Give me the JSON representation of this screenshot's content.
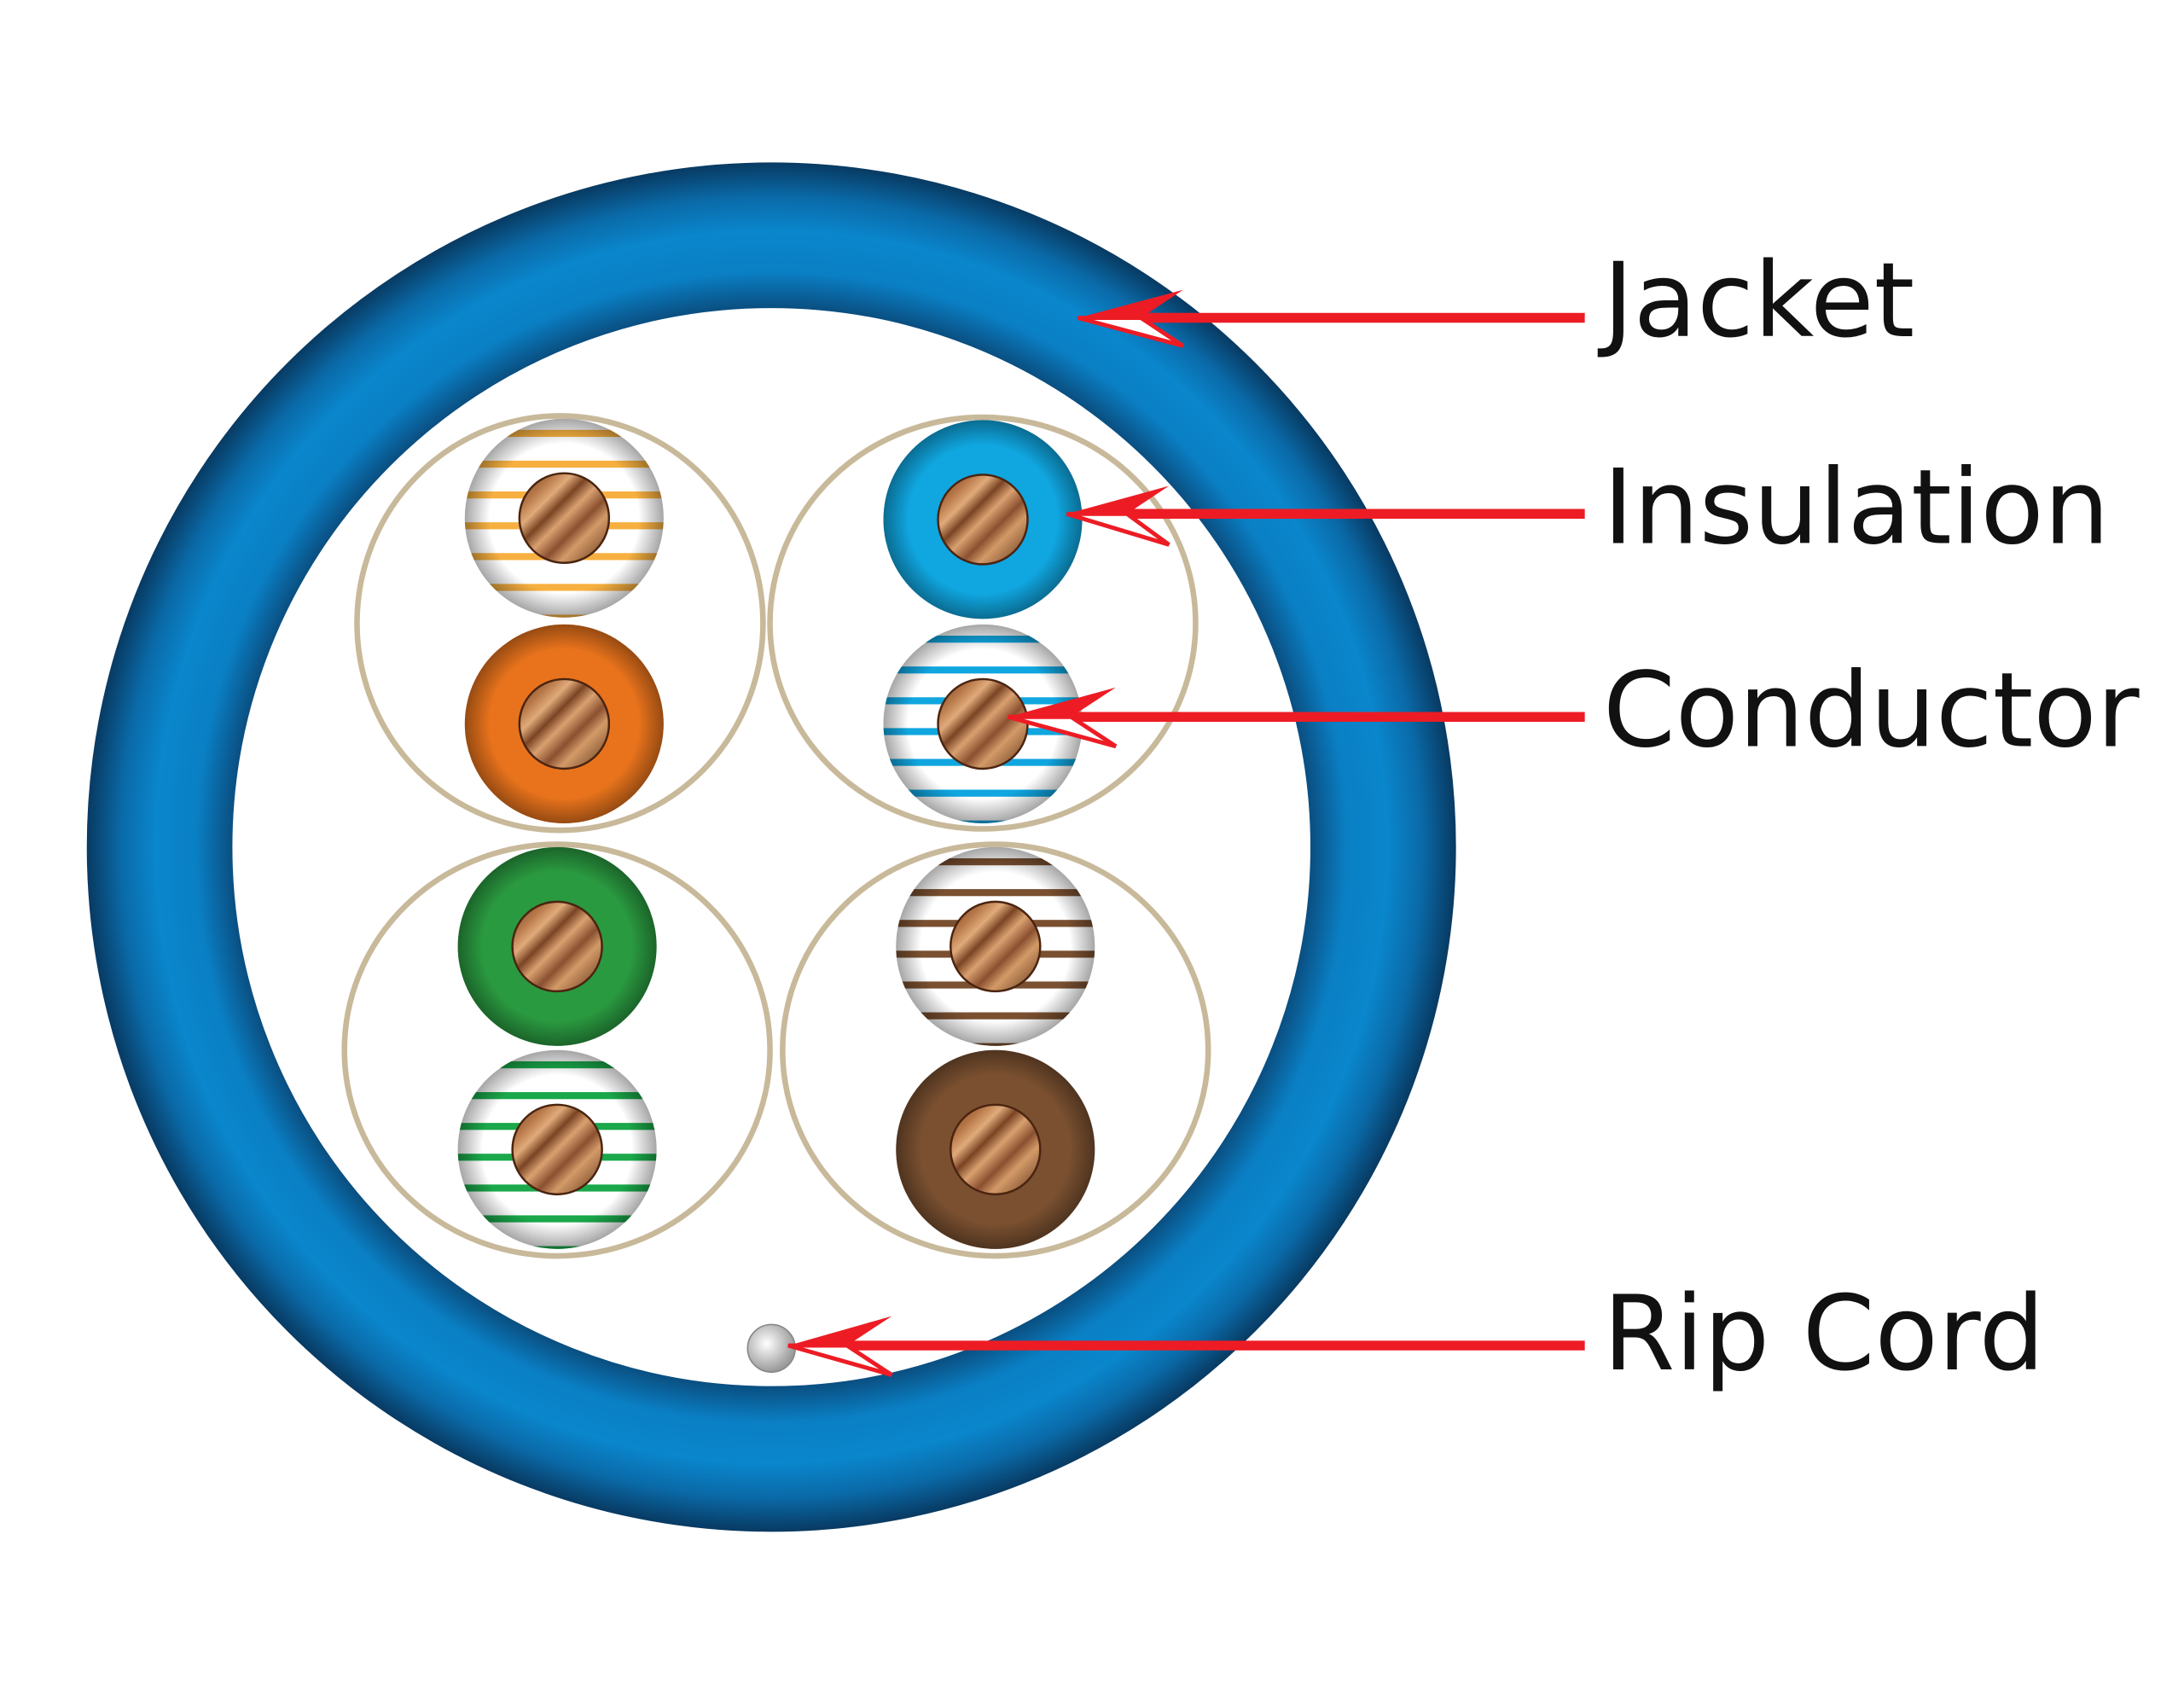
{
  "labels": {
    "jacket": "Jacket",
    "insulation": "Insulation",
    "conductor": "Conductor",
    "rip_cord": "Rip Cord"
  },
  "colors": {
    "jacket": "#0a7fc4",
    "jacket_dark": "#083c66",
    "arrow": "#ed1c24",
    "pair_outline": "#c8b99a",
    "copper_light": "#d9a070",
    "copper_dark": "#6b3a1c"
  },
  "pairs": [
    {
      "name": "orange-pair",
      "wires": [
        {
          "color": "#f7b040",
          "striped": true
        },
        {
          "color": "#e8731c",
          "striped": false
        }
      ]
    },
    {
      "name": "blue-pair",
      "wires": [
        {
          "color": "#10a6e0",
          "striped": false
        },
        {
          "color": "#10a6e0",
          "striped": true
        }
      ]
    },
    {
      "name": "green-pair",
      "wires": [
        {
          "color": "#2a9a40",
          "striped": false
        },
        {
          "color": "#1aa84a",
          "striped": true
        }
      ]
    },
    {
      "name": "brown-pair",
      "wires": [
        {
          "color": "#7a5030",
          "striped": true
        },
        {
          "color": "#7a5030",
          "striped": false
        }
      ]
    }
  ]
}
